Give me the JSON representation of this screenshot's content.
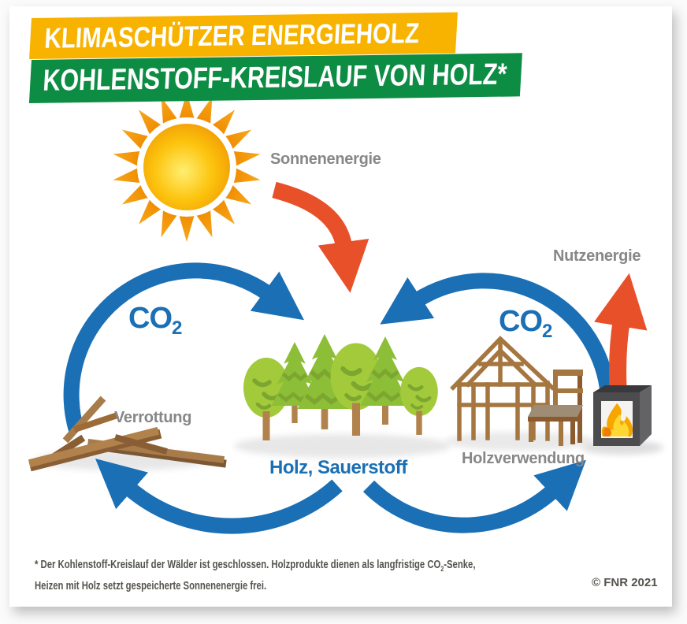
{
  "header": {
    "top_banner": "KLIMASCHÜTZER ENERGIEHOLZ",
    "main_banner": "KOHLENSTOFF-KREISLAUF VON HOLZ*"
  },
  "labels": {
    "sonnenenergie": "Sonnenenergie",
    "nutzenergie": "Nutzenergie",
    "verrottung": "Verrottung",
    "holzverwendung": "Holzverwendung",
    "holz_sauerstoff": "Holz, Sauerstoff",
    "co2": {
      "main": "CO",
      "sub": "2"
    }
  },
  "footer": {
    "note1_pre": "* Der Kohlenstoff-Kreislauf der Wälder ist geschlossen. Holzprodukte dienen als langfristige CO",
    "note1_sub": "2",
    "note1_post": "-Senke,",
    "note2": "Heizen mit Holz setzt gespeicherte Sonnenenergie frei.",
    "copyright": "© FNR 2021"
  },
  "colors": {
    "banner_yellow": "#F8B200",
    "banner_green": "#0D8C44",
    "arrow_blue": "#1A6FB5",
    "arrow_red": "#E8502A",
    "label_gray": "#878787",
    "label_blue": "#1A6FB5",
    "sun_core": "#FFEC6A",
    "sun_edge": "#F29C05",
    "tree_green": "#8CBE37",
    "wood_brown": "#A5763F",
    "stove_gray": "#4C4C4E",
    "footer_text": "#55534D"
  },
  "icons": {
    "sun": "sun-icon",
    "forest": "forest-icon",
    "deadwood": "deadwood-branches-icon",
    "house": "timber-house-frame-icon",
    "chair": "chair-icon",
    "stove": "stove-icon",
    "flame": "flame-icon"
  }
}
